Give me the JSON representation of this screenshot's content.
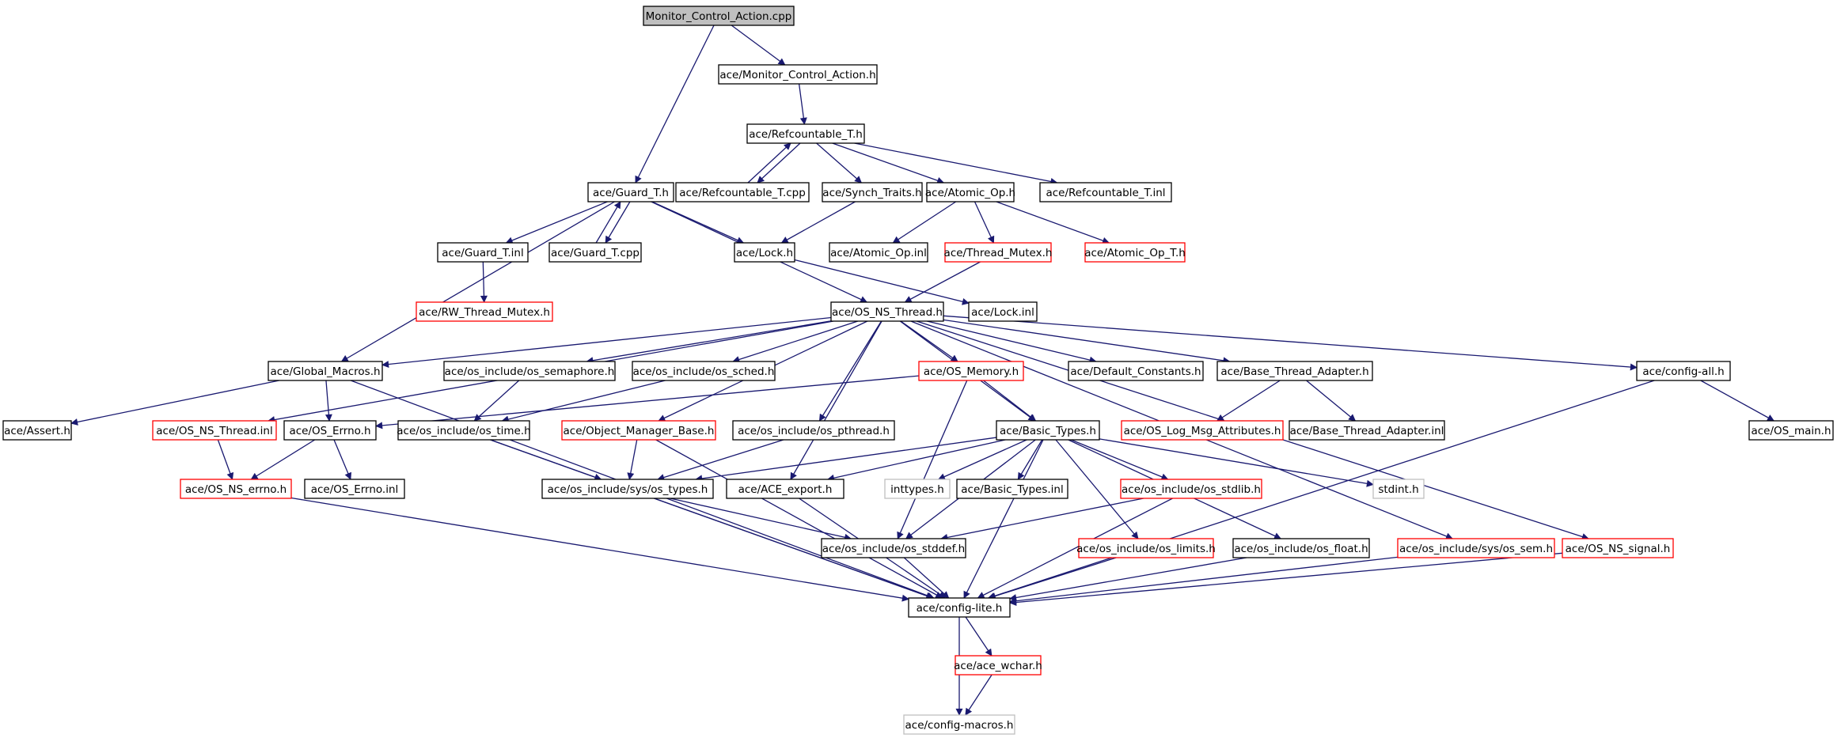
{
  "diagram": {
    "colors": {
      "edge": "#191970",
      "border_default": "#000000",
      "border_incomplete": "#ff0000",
      "border_external": "#bfbfbf",
      "root_fill": "#bfbfbf",
      "node_fill": "#ffffff"
    },
    "nodes": [
      {
        "id": "monitor_cpp",
        "label": "Monitor_Control_Action.cpp",
        "kind": "root"
      },
      {
        "id": "monitor_h",
        "label": "ace/Monitor_Control_Action.h",
        "kind": "normal"
      },
      {
        "id": "refcountable_h",
        "label": "ace/Refcountable_T.h",
        "kind": "normal"
      },
      {
        "id": "guard_h",
        "label": "ace/Guard_T.h",
        "kind": "normal"
      },
      {
        "id": "refcountable_cpp",
        "label": "ace/Refcountable_T.cpp",
        "kind": "normal"
      },
      {
        "id": "synch_traits",
        "label": "ace/Synch_Traits.h",
        "kind": "normal"
      },
      {
        "id": "atomic_op_h",
        "label": "ace/Atomic_Op.h",
        "kind": "normal"
      },
      {
        "id": "refcountable_inl",
        "label": "ace/Refcountable_T.inl",
        "kind": "normal"
      },
      {
        "id": "guard_inl",
        "label": "ace/Guard_T.inl",
        "kind": "normal"
      },
      {
        "id": "guard_cpp",
        "label": "ace/Guard_T.cpp",
        "kind": "normal"
      },
      {
        "id": "lock_h",
        "label": "ace/Lock.h",
        "kind": "normal"
      },
      {
        "id": "atomic_op_inl",
        "label": "ace/Atomic_Op.inl",
        "kind": "normal"
      },
      {
        "id": "thread_mutex",
        "label": "ace/Thread_Mutex.h",
        "kind": "incomplete"
      },
      {
        "id": "atomic_op_t",
        "label": "ace/Atomic_Op_T.h",
        "kind": "incomplete"
      },
      {
        "id": "rw_thread_mutex",
        "label": "ace/RW_Thread_Mutex.h",
        "kind": "incomplete"
      },
      {
        "id": "os_ns_thread_h",
        "label": "ace/OS_NS_Thread.h",
        "kind": "normal"
      },
      {
        "id": "lock_inl",
        "label": "ace/Lock.inl",
        "kind": "normal"
      },
      {
        "id": "global_macros",
        "label": "ace/Global_Macros.h",
        "kind": "normal"
      },
      {
        "id": "os_semaphore",
        "label": "ace/os_include/os_semaphore.h",
        "kind": "normal"
      },
      {
        "id": "os_sched",
        "label": "ace/os_include/os_sched.h",
        "kind": "normal"
      },
      {
        "id": "os_memory",
        "label": "ace/OS_Memory.h",
        "kind": "incomplete"
      },
      {
        "id": "default_constants",
        "label": "ace/Default_Constants.h",
        "kind": "normal"
      },
      {
        "id": "base_thread_adapter_h",
        "label": "ace/Base_Thread_Adapter.h",
        "kind": "normal"
      },
      {
        "id": "config_all",
        "label": "ace/config-all.h",
        "kind": "normal"
      },
      {
        "id": "assert_h",
        "label": "ace/Assert.h",
        "kind": "normal"
      },
      {
        "id": "os_ns_thread_inl",
        "label": "ace/OS_NS_Thread.inl",
        "kind": "incomplete"
      },
      {
        "id": "os_errno_h",
        "label": "ace/OS_Errno.h",
        "kind": "normal"
      },
      {
        "id": "os_time",
        "label": "ace/os_include/os_time.h",
        "kind": "normal"
      },
      {
        "id": "object_manager_base",
        "label": "ace/Object_Manager_Base.h",
        "kind": "incomplete"
      },
      {
        "id": "os_pthread",
        "label": "ace/os_include/os_pthread.h",
        "kind": "normal"
      },
      {
        "id": "basic_types_h",
        "label": "ace/Basic_Types.h",
        "kind": "normal"
      },
      {
        "id": "os_log_msg",
        "label": "ace/OS_Log_Msg_Attributes.h",
        "kind": "incomplete"
      },
      {
        "id": "base_thread_adapter_inl",
        "label": "ace/Base_Thread_Adapter.inl",
        "kind": "normal"
      },
      {
        "id": "os_main",
        "label": "ace/OS_main.h",
        "kind": "normal"
      },
      {
        "id": "os_ns_errno",
        "label": "ace/OS_NS_errno.h",
        "kind": "incomplete"
      },
      {
        "id": "os_errno_inl",
        "label": "ace/OS_Errno.inl",
        "kind": "normal"
      },
      {
        "id": "sys_os_types",
        "label": "ace/os_include/sys/os_types.h",
        "kind": "normal"
      },
      {
        "id": "ace_export",
        "label": "ace/ACE_export.h",
        "kind": "normal"
      },
      {
        "id": "inttypes",
        "label": "inttypes.h",
        "kind": "external"
      },
      {
        "id": "basic_types_inl",
        "label": "ace/Basic_Types.inl",
        "kind": "normal"
      },
      {
        "id": "os_stdlib",
        "label": "ace/os_include/os_stdlib.h",
        "kind": "incomplete"
      },
      {
        "id": "stdint",
        "label": "stdint.h",
        "kind": "external"
      },
      {
        "id": "os_stddef",
        "label": "ace/os_include/os_stddef.h",
        "kind": "normal"
      },
      {
        "id": "os_limits",
        "label": "ace/os_include/os_limits.h",
        "kind": "incomplete"
      },
      {
        "id": "os_float",
        "label": "ace/os_include/os_float.h",
        "kind": "normal"
      },
      {
        "id": "sys_os_sem",
        "label": "ace/os_include/sys/os_sem.h",
        "kind": "incomplete"
      },
      {
        "id": "os_ns_signal",
        "label": "ace/OS_NS_signal.h",
        "kind": "incomplete"
      },
      {
        "id": "config_lite",
        "label": "ace/config-lite.h",
        "kind": "normal"
      },
      {
        "id": "ace_wchar",
        "label": "ace/ace_wchar.h",
        "kind": "incomplete"
      },
      {
        "id": "config_macros",
        "label": "ace/config-macros.h",
        "kind": "external"
      }
    ],
    "edges": [
      [
        "monitor_cpp",
        "monitor_h"
      ],
      [
        "monitor_cpp",
        "guard_h"
      ],
      [
        "monitor_h",
        "refcountable_h"
      ],
      [
        "refcountable_h",
        "refcountable_cpp"
      ],
      [
        "refcountable_cpp",
        "refcountable_h"
      ],
      [
        "refcountable_h",
        "synch_traits"
      ],
      [
        "refcountable_h",
        "atomic_op_h"
      ],
      [
        "refcountable_h",
        "refcountable_inl"
      ],
      [
        "synch_traits",
        "lock_h"
      ],
      [
        "atomic_op_h",
        "atomic_op_inl"
      ],
      [
        "atomic_op_h",
        "thread_mutex"
      ],
      [
        "atomic_op_h",
        "atomic_op_t"
      ],
      [
        "thread_mutex",
        "os_ns_thread_h"
      ],
      [
        "guard_h",
        "guard_inl"
      ],
      [
        "guard_h",
        "guard_cpp"
      ],
      [
        "guard_cpp",
        "guard_h"
      ],
      [
        "guard_h",
        "lock_h"
      ],
      [
        "guard_h",
        "os_ns_thread_h"
      ],
      [
        "guard_h",
        "global_macros"
      ],
      [
        "guard_inl",
        "rw_thread_mutex"
      ],
      [
        "lock_h",
        "lock_inl"
      ],
      [
        "os_ns_thread_h",
        "global_macros"
      ],
      [
        "os_ns_thread_h",
        "os_semaphore"
      ],
      [
        "os_ns_thread_h",
        "os_sched"
      ],
      [
        "os_ns_thread_h",
        "os_memory"
      ],
      [
        "os_ns_thread_h",
        "default_constants"
      ],
      [
        "os_ns_thread_h",
        "base_thread_adapter_h"
      ],
      [
        "os_ns_thread_h",
        "config_all"
      ],
      [
        "os_ns_thread_h",
        "os_ns_thread_inl"
      ],
      [
        "os_ns_thread_h",
        "object_manager_base"
      ],
      [
        "os_ns_thread_h",
        "os_pthread"
      ],
      [
        "os_ns_thread_h",
        "basic_types_h"
      ],
      [
        "os_ns_thread_h",
        "ace_export"
      ],
      [
        "os_ns_thread_h",
        "sys_os_sem"
      ],
      [
        "os_ns_thread_h",
        "os_ns_signal"
      ],
      [
        "global_macros",
        "assert_h"
      ],
      [
        "global_macros",
        "os_errno_h"
      ],
      [
        "global_macros",
        "config_lite"
      ],
      [
        "os_semaphore",
        "os_time"
      ],
      [
        "os_sched",
        "os_time"
      ],
      [
        "os_memory",
        "os_errno_h"
      ],
      [
        "os_memory",
        "basic_types_h"
      ],
      [
        "os_memory",
        "os_stddef"
      ],
      [
        "base_thread_adapter_h",
        "os_log_msg"
      ],
      [
        "base_thread_adapter_h",
        "base_thread_adapter_inl"
      ],
      [
        "config_all",
        "os_main"
      ],
      [
        "config_all",
        "config_lite"
      ],
      [
        "os_ns_thread_inl",
        "os_ns_errno"
      ],
      [
        "os_errno_h",
        "os_ns_errno"
      ],
      [
        "os_errno_h",
        "os_errno_inl"
      ],
      [
        "os_time",
        "sys_os_types"
      ],
      [
        "os_time",
        "config_lite"
      ],
      [
        "object_manager_base",
        "sys_os_types"
      ],
      [
        "object_manager_base",
        "config_lite"
      ],
      [
        "os_pthread",
        "sys_os_types"
      ],
      [
        "basic_types_h",
        "sys_os_types"
      ],
      [
        "basic_types_h",
        "ace_export"
      ],
      [
        "basic_types_h",
        "inttypes"
      ],
      [
        "basic_types_h",
        "basic_types_inl"
      ],
      [
        "basic_types_h",
        "os_stdlib"
      ],
      [
        "basic_types_h",
        "stdint"
      ],
      [
        "basic_types_h",
        "os_stddef"
      ],
      [
        "basic_types_h",
        "os_limits"
      ],
      [
        "basic_types_h",
        "os_float"
      ],
      [
        "basic_types_h",
        "config_lite"
      ],
      [
        "os_ns_errno",
        "config_lite"
      ],
      [
        "sys_os_types",
        "os_stddef"
      ],
      [
        "sys_os_types",
        "config_lite"
      ],
      [
        "ace_export",
        "config_lite"
      ],
      [
        "os_stdlib",
        "os_stddef"
      ],
      [
        "os_stdlib",
        "config_lite"
      ],
      [
        "os_stddef",
        "config_lite"
      ],
      [
        "os_limits",
        "config_lite"
      ],
      [
        "os_float",
        "config_lite"
      ],
      [
        "sys_os_sem",
        "config_lite"
      ],
      [
        "os_ns_signal",
        "config_lite"
      ],
      [
        "config_lite",
        "ace_wchar"
      ],
      [
        "config_lite",
        "config_macros"
      ],
      [
        "ace_wchar",
        "config_macros"
      ]
    ]
  }
}
